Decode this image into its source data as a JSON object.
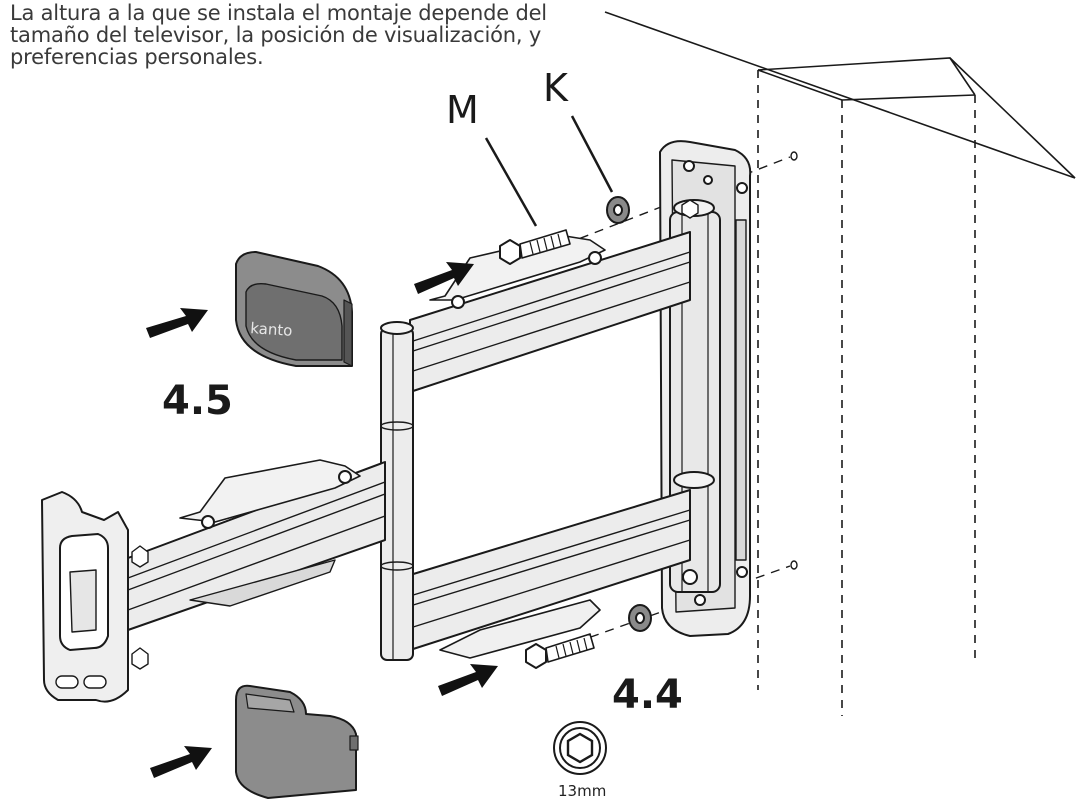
{
  "instruction_text": "La altura a la que se instala el montaje depende del tamaño del televisor, la posición de visualización, y preferencias personales.",
  "labels": {
    "bolt": "M",
    "washer": "K",
    "step_cap_top": "4.5",
    "step_bolts_bottom": "4.4",
    "cap_brand": "kanto",
    "tool_size": "13mm"
  },
  "colors": {
    "line": "#1a1a1a",
    "metal": "#e6e6e6",
    "metal_dark": "#cfcfcf",
    "cap": "#8c8c8c",
    "cap_dark": "#6f6f6f"
  }
}
